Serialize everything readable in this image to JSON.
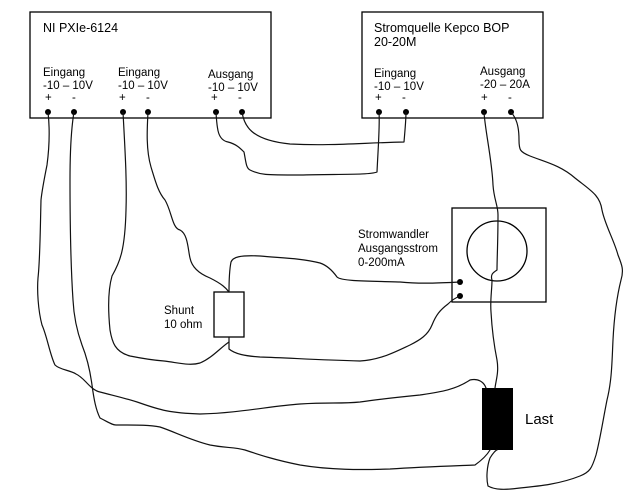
{
  "devices": {
    "ni": {
      "title": "NI PXIe-6124",
      "ports": [
        {
          "name": "Eingang",
          "range": "-10 – 10V",
          "plus": "+",
          "minus": "-"
        },
        {
          "name": "Eingang",
          "range": "-10 – 10V",
          "plus": "+",
          "minus": "-"
        },
        {
          "name": "Ausgang",
          "range": "-10 – 10V",
          "plus": "+",
          "minus": "-"
        }
      ]
    },
    "kepco": {
      "title_line1": "Stromquelle Kepco BOP",
      "title_line2": "20-20M",
      "ports": [
        {
          "name": "Eingang",
          "range": "-10 – 10V",
          "plus": "+",
          "minus": "-"
        },
        {
          "name": "Ausgang",
          "range": "-20 – 20A",
          "plus": "+",
          "minus": "-"
        }
      ]
    },
    "transducer": {
      "line1": "Stromwandler",
      "line2": "Ausgangsstrom",
      "line3": "0-200mA"
    },
    "shunt": {
      "line1": "Shunt",
      "line2": "10 ohm"
    },
    "load": {
      "label": "Last"
    }
  },
  "colors": {
    "line": "#000000",
    "load_fill": "#000000",
    "background": "#ffffff"
  }
}
